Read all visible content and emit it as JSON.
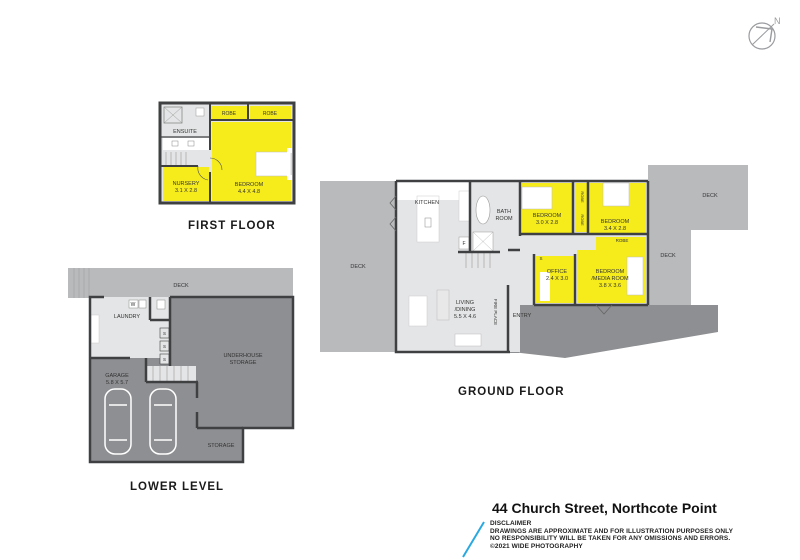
{
  "compass": {
    "label": "N",
    "icon": "north-compass-icon"
  },
  "colors": {
    "highlight_yellow": "#f6ec1c",
    "deck_grey": "#b9babc",
    "dark_grey": "#8e8f92",
    "interior_light": "#e4e5e6",
    "wall": "#3f4042",
    "accent_blue": "#29a9e0"
  },
  "first_floor": {
    "title": "FIRST FLOOR",
    "rooms": {
      "robe1": "ROBE",
      "robe2": "ROBE",
      "ensuite": "ENSUITE",
      "nursery": "NURSERY",
      "nursery_dims": "3.1 X 2.8",
      "bedroom": "BEDROOM",
      "bedroom_dims": "4.4 X 4.8"
    }
  },
  "lower_level": {
    "title": "LOWER LEVEL",
    "rooms": {
      "deck": "DECK",
      "laundry": "LAUNDRY",
      "washer": "W",
      "s1": "S",
      "s2": "S",
      "s3": "S",
      "underhouse_storage_1": "UNDERHOUSE",
      "underhouse_storage_2": "STORAGE",
      "garage": "GARAGE",
      "garage_dims": "5.8 X 5.7",
      "storage": "STORAGE"
    }
  },
  "ground_floor": {
    "title": "GROUND FLOOR",
    "rooms": {
      "deck_left": "DECK",
      "kitchen": "KITCHEN",
      "fridge": "F",
      "bathroom_1": "BATH",
      "bathroom_2": "ROOM",
      "bedroom1": "BEDROOM",
      "bedroom1_dims": "3.0 X 2.8",
      "robe_a": "ROBE",
      "robe_b": "ROBE",
      "bedroom2": "BEDROOM",
      "bedroom2_dims": "3.4 X 2.8",
      "deck_top_right": "DECK",
      "deck_right": "DECK",
      "robe_c": "ROBE",
      "s": "S",
      "office": "OFFICE",
      "office_dims": "2.4 X 3.0",
      "media_1": "BEDROOM",
      "media_2": "/MEDIA ROOM",
      "media_dims": "3.8 X 3.6",
      "living_1": "LIVING",
      "living_2": "/DINING",
      "living_dims": "5.5 X 4.6",
      "fireplace": "FIRE PLACE",
      "entry": "ENTRY"
    }
  },
  "footer": {
    "address": "44 Church Street, Northcote Point",
    "disclaimer_lines": [
      "DISCLAIMER",
      "DRAWINGS ARE APPROXIMATE AND FOR ILLUSTRATION PURPOSES ONLY",
      "NO RESPONSIBILITY WILL BE TAKEN FOR ANY OMISSIONS AND ERRORS.",
      "©2021 WIDE PHOTOGRAPHY"
    ]
  }
}
